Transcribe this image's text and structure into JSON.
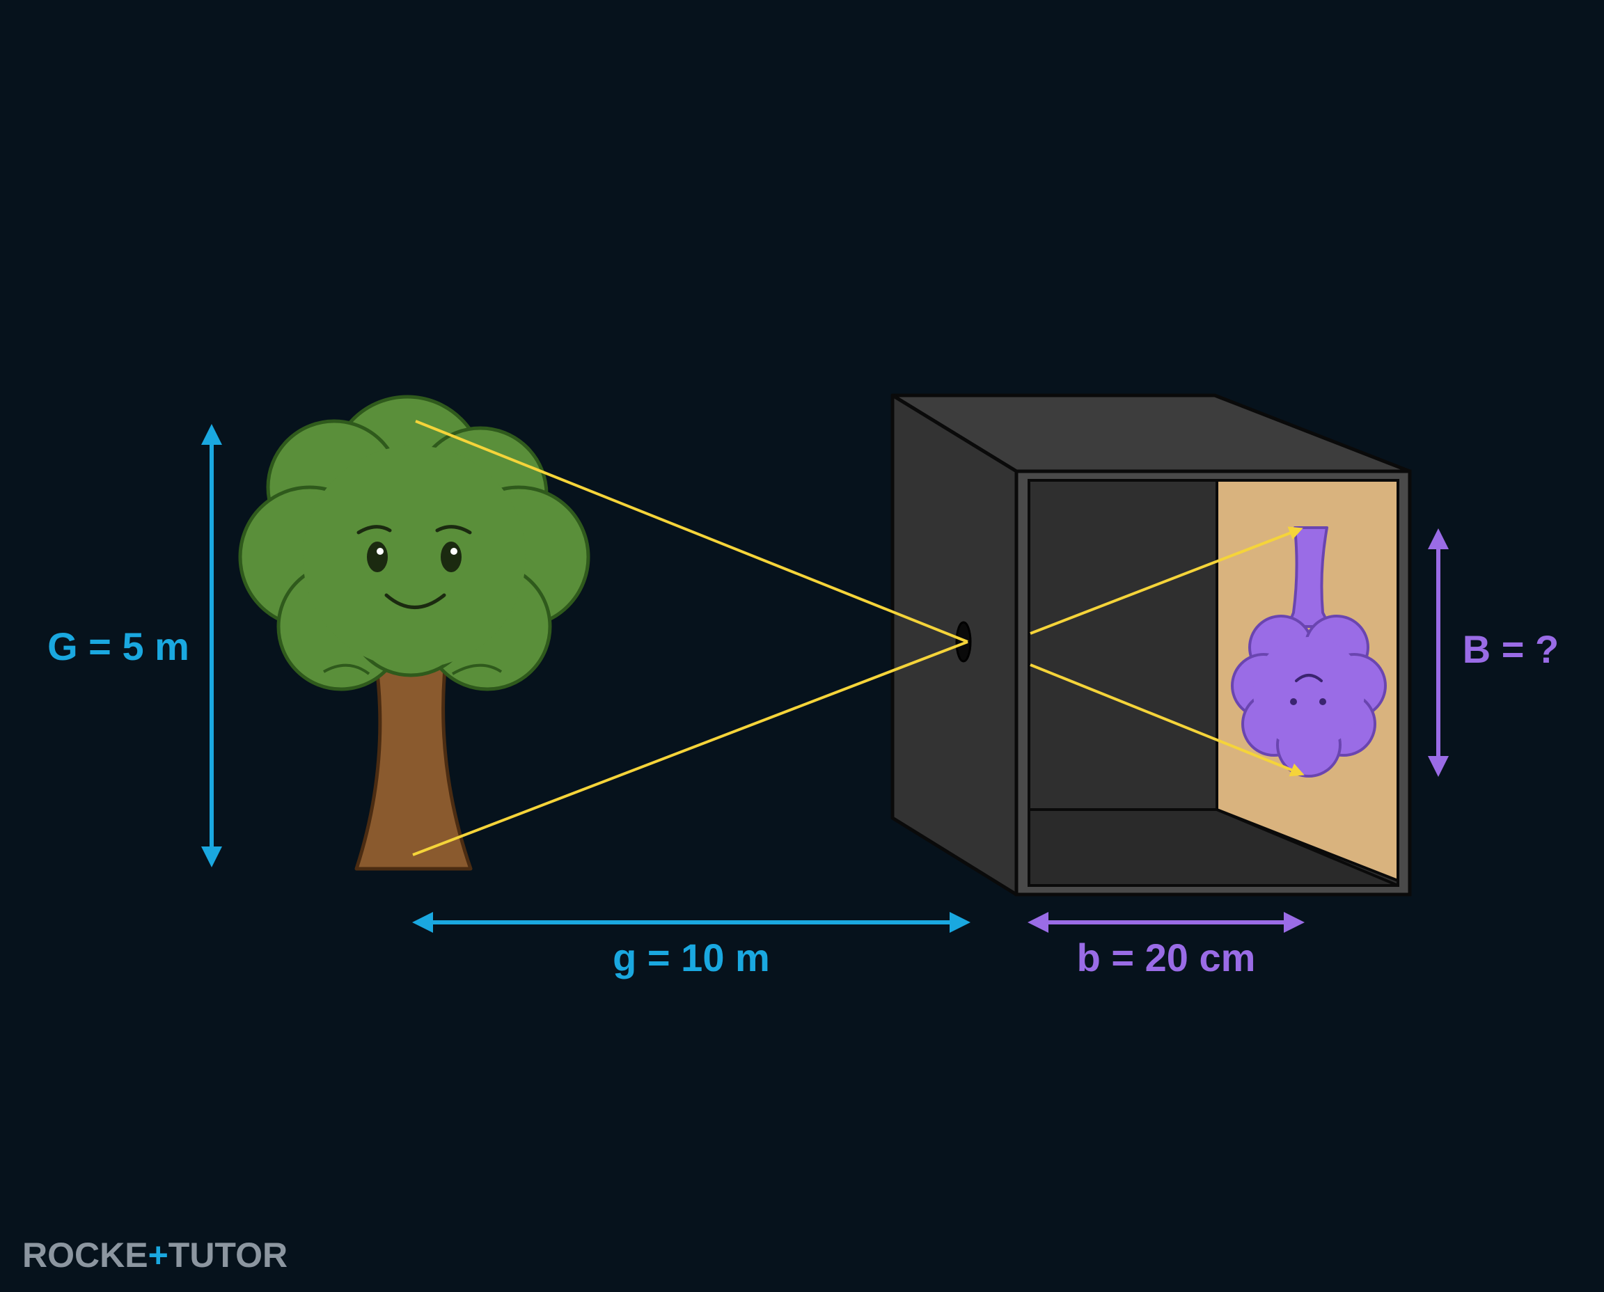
{
  "labels": {
    "object_height": "G = 5 m",
    "object_distance": "g = 10 m",
    "image_distance": "b = 20 cm",
    "image_height": "B = ?"
  },
  "brand": {
    "part1": "ROCKE",
    "part2": "TUTO",
    "part3": "R"
  },
  "colors": {
    "background": "#06121c",
    "object_blue": "#1aa8e0",
    "image_purple": "#9a6ce6",
    "ray_yellow": "#f5d43a",
    "tree_green": "#5a8f3a",
    "tree_trunk": "#8a5a2e",
    "box_gray": "#3a3a3a",
    "screen_tan": "#d9b37e",
    "brand_gray": "#8c96a0"
  },
  "icons": {
    "tree": "tree-illustration",
    "camera": "pinhole-camera-box",
    "image": "inverted-tree-image"
  }
}
